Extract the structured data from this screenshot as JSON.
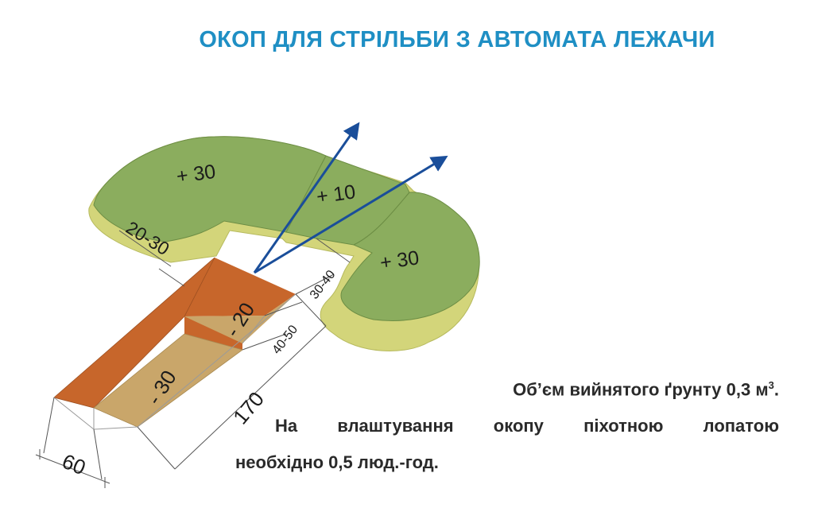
{
  "title": "ОКОП ДЛЯ СТРІЛЬБИ З АВТОМАТА ЛЕЖАЧИ",
  "zones": {
    "left_parapet": "+ 30",
    "front_parapet": "+ 10",
    "right_parapet": "+ 30",
    "elbow_pit": "- 20",
    "body_pit": "- 30"
  },
  "dimensions": {
    "parapet_width_left": "20-30",
    "parapet_width_right": "30-40",
    "elbow_width": "40-50",
    "trench_length": "170",
    "trench_width": "60"
  },
  "caption": {
    "line1_prefix": "Об’єм вийнятого ґрунту 0,3 м",
    "line1_sup": "3",
    "line1_suffix": ".",
    "line2": "На влаштування окопу піхотною лопатою",
    "line3": "необхідно 0,5 люд.-год."
  },
  "colors": {
    "title": "#1f8fc4",
    "parapet_top": "#8bad5e",
    "parapet_side": "#d3d57a",
    "trench_wall": "#c7662b",
    "trench_floor": "#c9a66a",
    "arrow": "#1a4e9a"
  }
}
